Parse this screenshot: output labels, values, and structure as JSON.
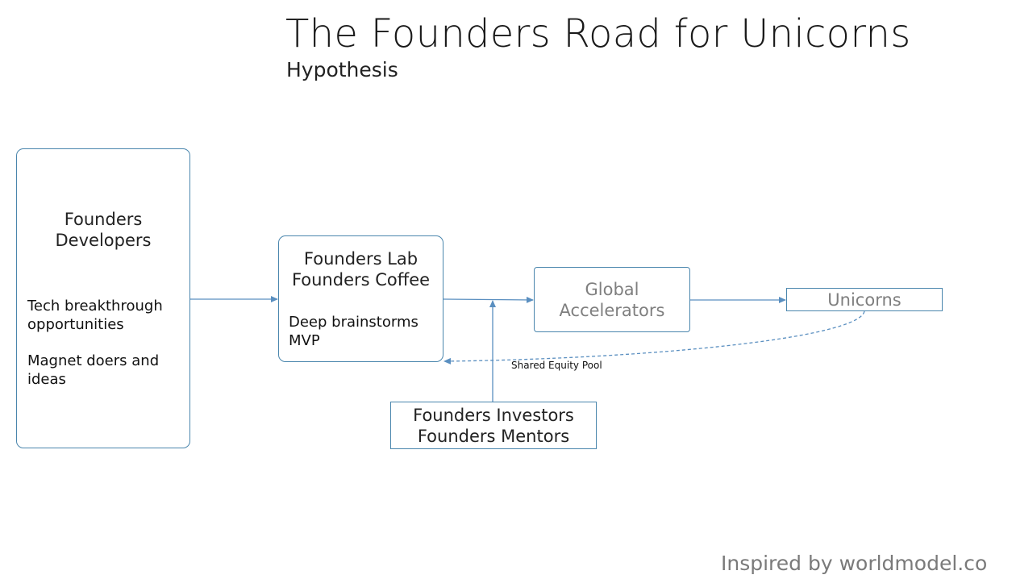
{
  "header": {
    "title": "The Founders Road for Unicorns",
    "subtitle": "Hypothesis"
  },
  "nodes": {
    "founders": {
      "title_lines": [
        "Founders",
        "Developers"
      ],
      "text_group1": [
        "Tech breakthrough",
        "opportunities"
      ],
      "text_group2": [
        "Magnet doers and",
        "ideas"
      ]
    },
    "lab": {
      "title_lines": [
        "Founders Lab",
        "Founders Coffee"
      ],
      "text_group1": [
        "Deep brainstorms",
        "MVP"
      ]
    },
    "global": {
      "title_lines": [
        "Global",
        "Accelerators"
      ]
    },
    "unicorns": {
      "title": "Unicorns"
    },
    "investors": {
      "title_lines": [
        "Founders Investors",
        "Founders Mentors"
      ]
    }
  },
  "edges": {
    "feedback_label": "Shared Equity Pool"
  },
  "footer": {
    "credit": "Inspired by worldmodel.co"
  },
  "colors": {
    "border": "#4a86ad",
    "arrow": "#5a8fc0",
    "grey_text": "#7f7f7f"
  }
}
